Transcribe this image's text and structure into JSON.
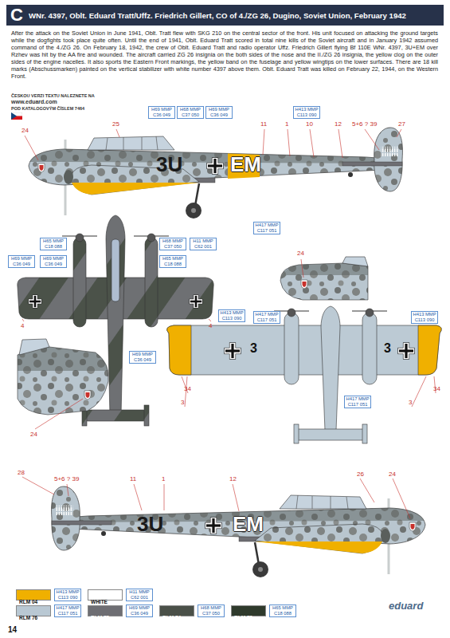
{
  "diagram": {
    "title": "WNr. 4397, Oblt. Eduard Tratt/Uffz. Friedrich Gillert, CO of 4./ZG 26, Dugino, Soviet Union, February 1942",
    "labels": [
      "C",
      "After the attack on the Soviet Union in June 1941, Oblt. Tratt flew with SKG 210 on the central sector of the front. His unit focused on attacking the ground targets while the dogfights took place quite often. Until the end of 1941, Oblt. Eduard Tratt scored in total nine kills of the Soviet aircraft and in January 1942 assumed command of the 4./ZG 26. On February 18, 1942, the crew of Oblt. Eduard Tratt and radio operator Uffz. Friedrich Gillert flying Bf 110E WNr. 4397, 3U+EM over Rzhev was hit by the AA fire and wounded. The aircraft carried ZG 26 insignia on the both sides of the nose and the II./ZG 26 insignia, the yellow clog on the outer sides of the engine nacelles. It also sports the Eastern Front markings, the yellow band on the fuselage and yellow wingtips on the lower surfaces. There are 18 kill marks (Abschussmarken) painted on the vertical stabilizer with white number 4397 above them. Oblt. Eduard Tratt was killed on February 22, 1944, on the Western Front.",
      "ČESKOU VERZI TEXTU NALEZNETE NA",
      "www.eduard.com",
      "POD KATALOGOVÝM ČÍSLEM 7464",
      "24",
      "25",
      "H69 MMP C36 049",
      "H68 MMP C37 050",
      "H69 MMP C36 049",
      "11",
      "1",
      "10",
      "H413 MMP C113 090",
      "12",
      "5+6 ? 39",
      "27",
      "3U",
      "EM",
      "H417 MMP C117 051",
      "H65 MMP C18 088",
      "H68 MMP C37 050",
      "H11 MMP C62 001",
      "H65 MMP C18 088",
      "H69 MMP C36 049",
      "H69 MMP C36 049",
      "24",
      "4",
      "4",
      "H69 MMP C36 049",
      "H413 MMP C113 090",
      "H417 MMP C117 051",
      "H413 MMP C113 090",
      "3",
      "3",
      "34",
      "3",
      "3",
      "34",
      "H417 MMP C117 051",
      "24",
      "28",
      "5+6 ? 39",
      "11",
      "1",
      "12",
      "26",
      "24",
      "3U",
      "EM",
      "H413 MMP C113 090",
      "H11 MMP C62 001",
      "H417 MMP C117 051",
      "H69 MMP C36 049",
      "H68 MMP C37 050",
      "H65 MMP C18 088",
      "eduard",
      "14"
    ],
    "legend": [
      {
        "text": "RLM 04",
        "color": "#f0b000"
      },
      {
        "text": "WHITE",
        "color": "#ffffff"
      },
      {
        "text": "RLM 76",
        "color": "#b9c8d3"
      },
      {
        "text": "RLM 75",
        "color": "#6e6e73"
      },
      {
        "text": "RLM 74",
        "color": "#4a5048"
      },
      {
        "text": "RLM 70",
        "color": "#2f3a2c"
      }
    ]
  }
}
